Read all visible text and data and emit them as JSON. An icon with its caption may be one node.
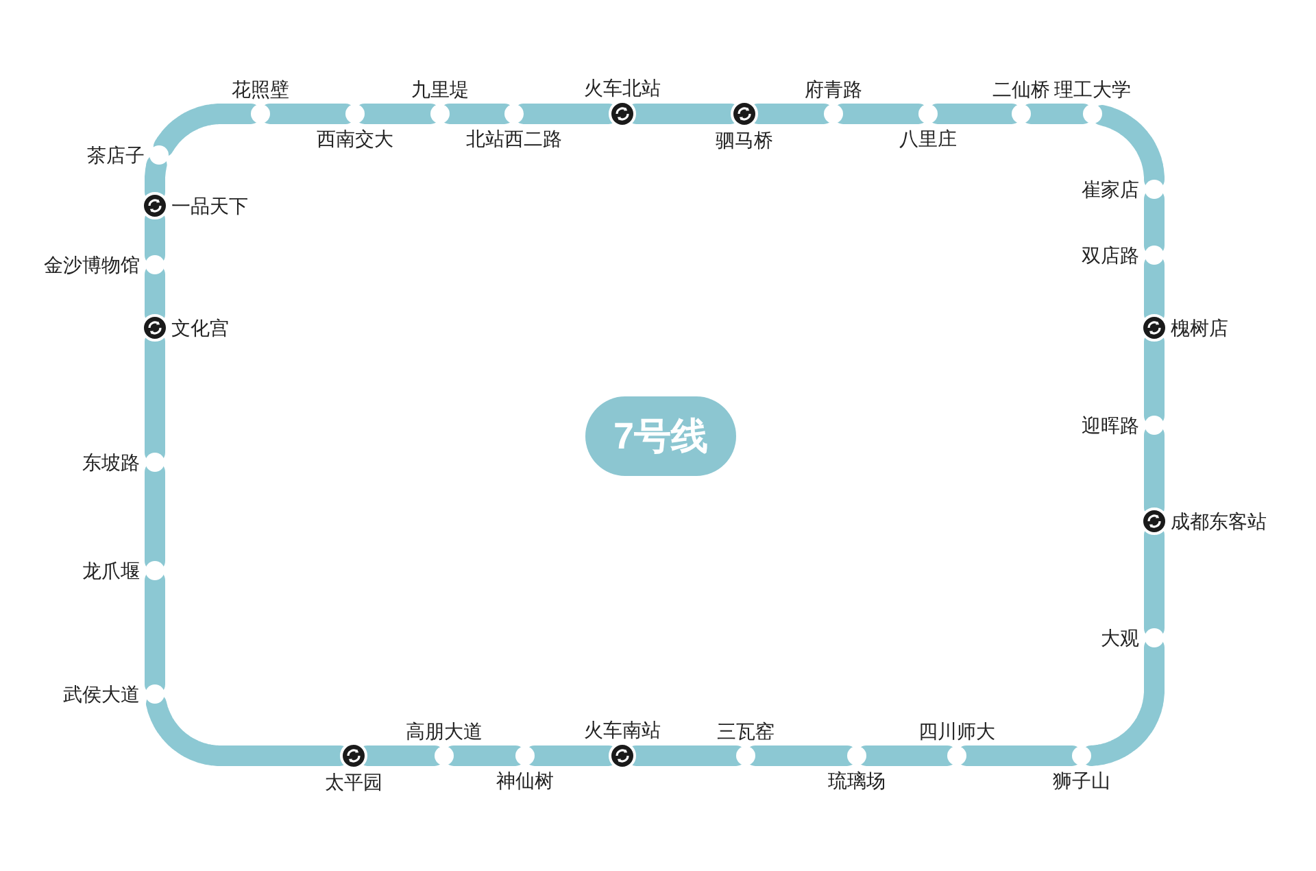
{
  "diagram": {
    "nodes": [
      {
        "text": [
          "花照壁"
        ]
      },
      {
        "text": [
          "西南交大"
        ]
      },
      {
        "text": [
          "九里堤"
        ]
      },
      {
        "text": [
          "北站西二路"
        ]
      },
      {
        "text": [
          "火车北站"
        ]
      },
      {
        "text": [
          "驷马桥"
        ]
      },
      {
        "text": [
          "府青路"
        ]
      },
      {
        "text": [
          "八里庄"
        ]
      },
      {
        "text": [
          "二仙桥"
        ]
      },
      {
        "text": [
          "理工大学"
        ]
      },
      {
        "text": [
          "崔家店"
        ]
      },
      {
        "text": [
          "双店路"
        ]
      },
      {
        "text": [
          "槐树店"
        ]
      },
      {
        "text": [
          "迎晖路"
        ]
      },
      {
        "text": [
          "成都东客站"
        ]
      },
      {
        "text": [
          "大观"
        ]
      },
      {
        "text": [
          "狮子山"
        ]
      },
      {
        "text": [
          "四川师大"
        ]
      },
      {
        "text": [
          "琉璃场"
        ]
      },
      {
        "text": [
          "三瓦窑"
        ]
      },
      {
        "text": [
          "火车南站"
        ]
      },
      {
        "text": [
          "神仙树"
        ]
      },
      {
        "text": [
          "高朋大道"
        ]
      },
      {
        "text": [
          "太平园"
        ]
      },
      {
        "text": [
          "武侯大道"
        ]
      },
      {
        "text": [
          "龙爪堰"
        ]
      },
      {
        "text": [
          "东坡路"
        ]
      },
      {
        "text": [
          "文化宫"
        ]
      },
      {
        "text": [
          "金沙博物馆"
        ]
      },
      {
        "text": [
          "一品天下"
        ]
      },
      {
        "text": [
          "茶店子"
        ]
      },
      {
        "text": [
          "7号线"
        ]
      }
    ],
    "edges": [
      {
        "from": 0,
        "to": 1,
        "arrow": "none"
      },
      {
        "from": 1,
        "to": 2,
        "arrow": "none"
      },
      {
        "from": 2,
        "to": 3,
        "arrow": "none"
      },
      {
        "from": 3,
        "to": 4,
        "arrow": "none"
      },
      {
        "from": 4,
        "to": 5,
        "arrow": "none"
      },
      {
        "from": 5,
        "to": 6,
        "arrow": "none"
      },
      {
        "from": 6,
        "to": 7,
        "arrow": "none"
      },
      {
        "from": 7,
        "to": 8,
        "arrow": "none"
      },
      {
        "from": 8,
        "to": 9,
        "arrow": "none"
      },
      {
        "from": 9,
        "to": 10,
        "arrow": "none"
      },
      {
        "from": 10,
        "to": 11,
        "arrow": "none"
      },
      {
        "from": 11,
        "to": 12,
        "arrow": "none"
      },
      {
        "from": 12,
        "to": 13,
        "arrow": "none"
      },
      {
        "from": 13,
        "to": 14,
        "arrow": "none"
      },
      {
        "from": 14,
        "to": 15,
        "arrow": "none"
      },
      {
        "from": 15,
        "to": 16,
        "arrow": "none"
      },
      {
        "from": 16,
        "to": 17,
        "arrow": "none"
      },
      {
        "from": 17,
        "to": 18,
        "arrow": "none"
      },
      {
        "from": 18,
        "to": 19,
        "arrow": "none"
      },
      {
        "from": 19,
        "to": 20,
        "arrow": "none"
      },
      {
        "from": 20,
        "to": 21,
        "arrow": "none"
      },
      {
        "from": 21,
        "to": 22,
        "arrow": "none"
      },
      {
        "from": 22,
        "to": 23,
        "arrow": "none"
      },
      {
        "from": 23,
        "to": 24,
        "arrow": "none"
      },
      {
        "from": 24,
        "to": 25,
        "arrow": "none"
      },
      {
        "from": 25,
        "to": 26,
        "arrow": "none"
      },
      {
        "from": 26,
        "to": 27,
        "arrow": "none"
      },
      {
        "from": 27,
        "to": 28,
        "arrow": "none"
      },
      {
        "from": 28,
        "to": 29,
        "arrow": "none"
      },
      {
        "from": 29,
        "to": 30,
        "arrow": "none"
      },
      {
        "from": 30,
        "to": 0,
        "arrow": "none"
      }
    ]
  }
}
